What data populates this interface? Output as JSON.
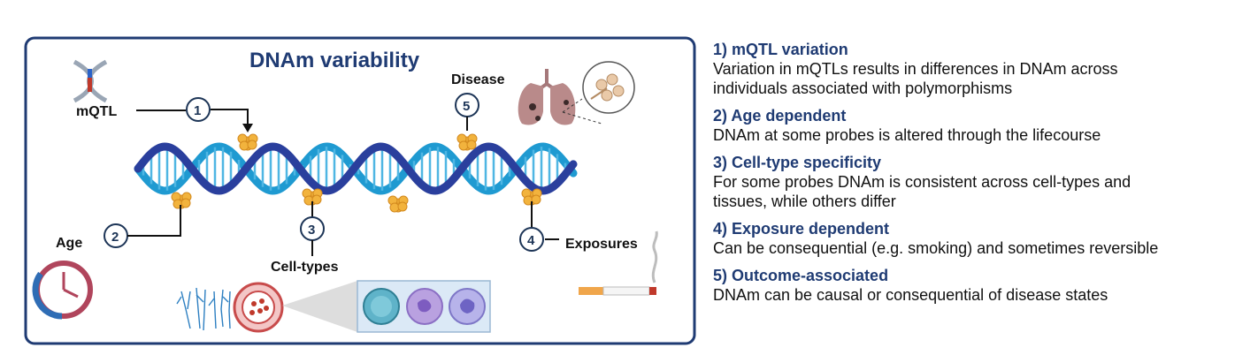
{
  "diagram": {
    "title": "DNAm variability",
    "labels": {
      "mqtl": "mQTL",
      "age": "Age",
      "cell_types": "Cell-types",
      "disease": "Disease",
      "exposures": "Exposures"
    },
    "markers": [
      "1",
      "2",
      "3",
      "4",
      "5"
    ],
    "colors": {
      "frame": "#1f3b73",
      "helix_dark": "#2a3f9d",
      "helix_light": "#1f9ad1",
      "methyl": "#f2b33d"
    }
  },
  "legend": [
    {
      "heading": "1) mQTL variation",
      "text": [
        "Variation in mQTLs results in differences in DNAm across",
        "individuals associated with polymorphisms"
      ]
    },
    {
      "heading": "2) Age dependent",
      "text": [
        "DNAm at some probes is altered through the lifecourse"
      ]
    },
    {
      "heading": "3) Cell-type specificity",
      "text": [
        "For some probes DNAm is consistent across cell-types and",
        "tissues, while others differ"
      ]
    },
    {
      "heading": "4) Exposure dependent",
      "text": [
        "Can be consequential (e.g. smoking) and sometimes reversible"
      ]
    },
    {
      "heading": "5) Outcome-associated",
      "text": [
        "DNAm can be causal or consequential of disease states"
      ]
    }
  ]
}
